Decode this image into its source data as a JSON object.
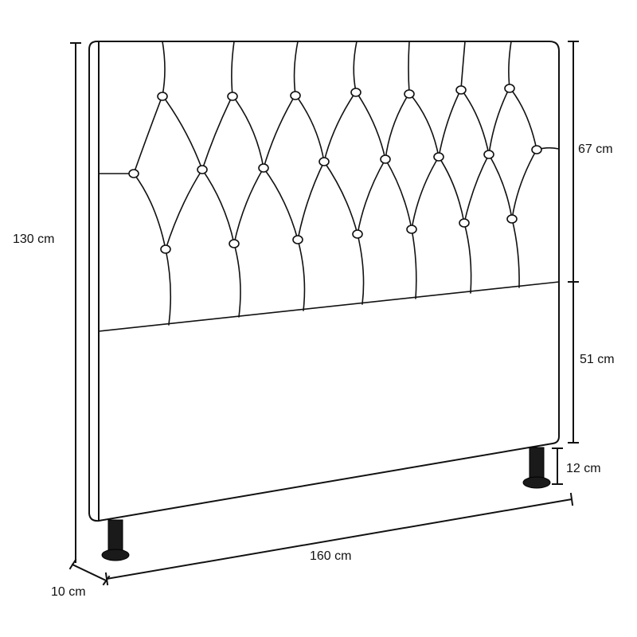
{
  "dimensions": {
    "height_total": "130 cm",
    "upper_section": "67 cm",
    "lower_section": "51 cm",
    "leg_height": "12 cm",
    "width": "160 cm",
    "depth": "10 cm"
  },
  "colors": {
    "outline": "#111111",
    "leg": "#1a1a1a",
    "background": "#ffffff"
  }
}
